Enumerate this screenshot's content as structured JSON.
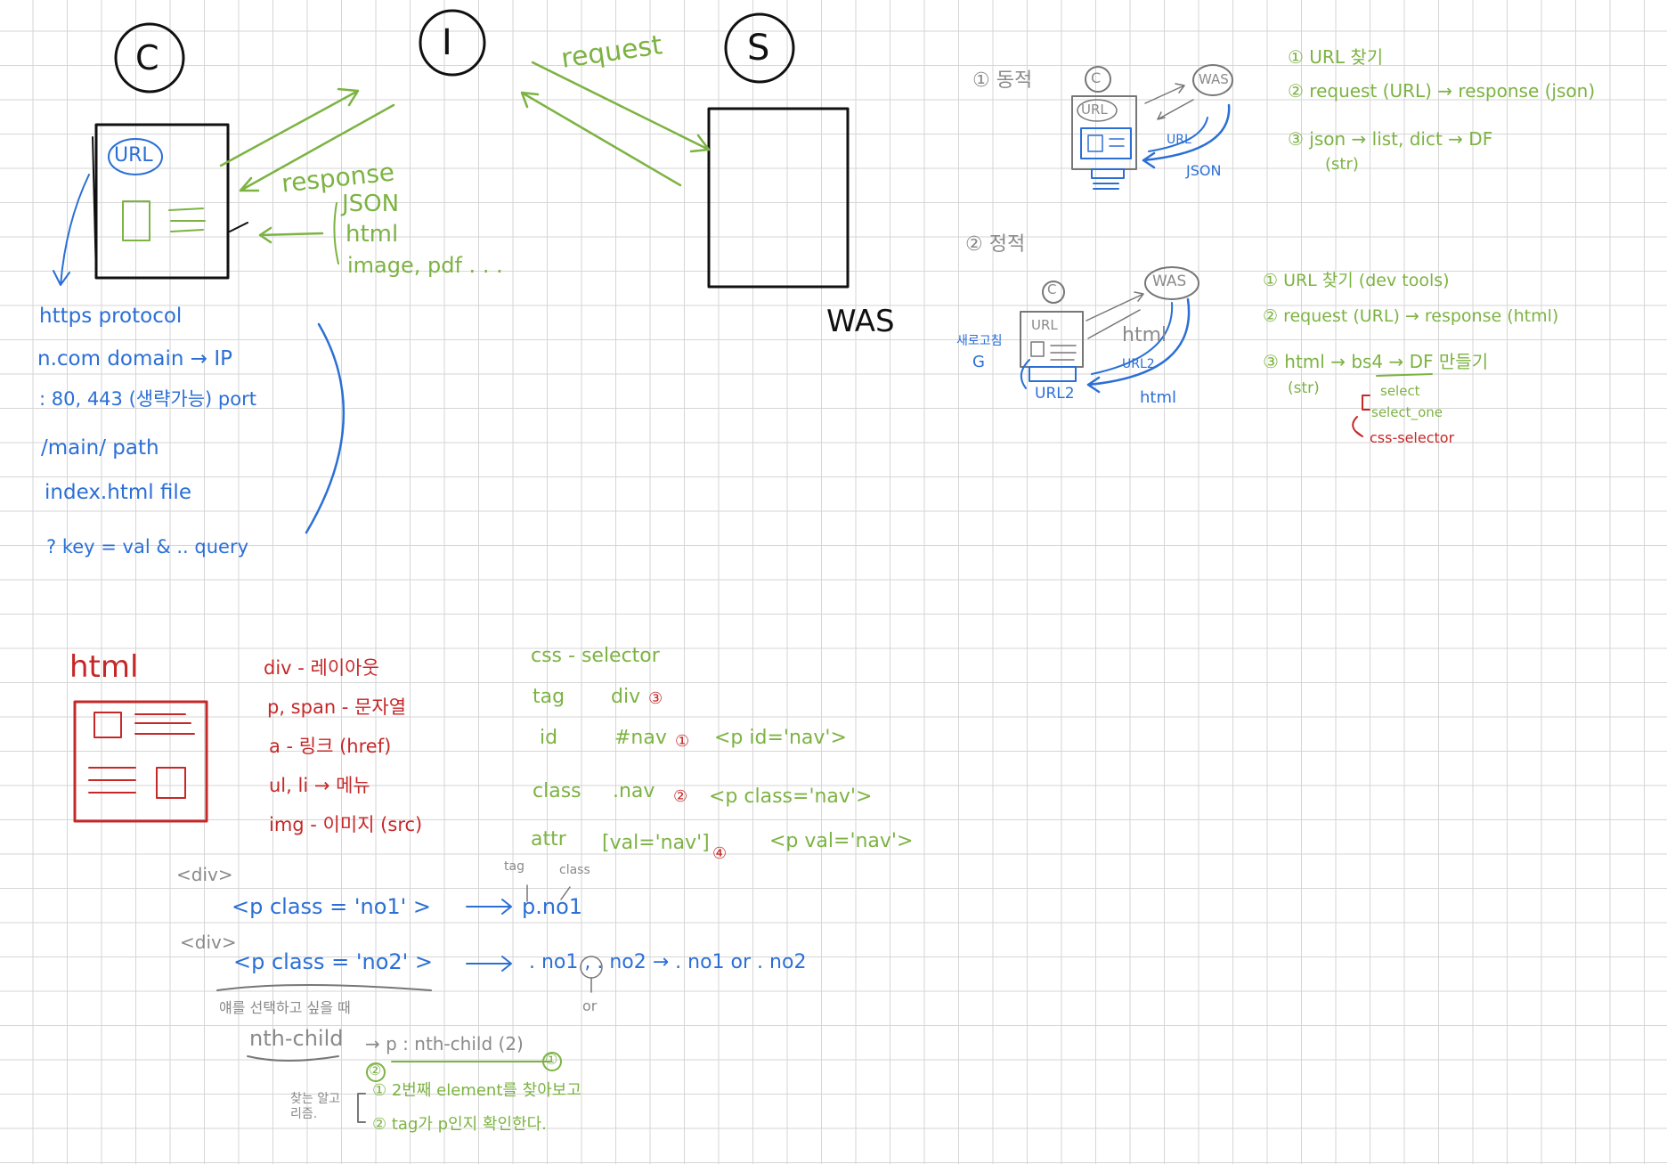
{
  "nodes": {
    "client": "C",
    "internet": "I",
    "server": "S",
    "was": "WAS",
    "request": "request",
    "response": "response",
    "resp_types": [
      "JSON",
      "html",
      "image, pdf . . ."
    ],
    "url_label": "URL"
  },
  "url_parts": [
    "https protocol",
    "n.com domain → IP",
    ": 80, 443 (생략가능) port",
    "/main/ path",
    "index.html file",
    "? key = val & .. query"
  ],
  "dynamic": {
    "title": "① 동적",
    "c": "C",
    "was": "WAS",
    "url": "URL",
    "url_arrow": "URL",
    "json_arrow": "JSON",
    "steps": [
      "① URL 찾기",
      "② request (URL) → response (json)",
      "③ json → list, dict → DF",
      "(str)"
    ]
  },
  "static": {
    "title": "② 정적",
    "c": "C",
    "was": "WAS",
    "url": "URL",
    "url2": "URL2",
    "html_label": "html",
    "url2_arrow": "URL2",
    "html_arrow": "html",
    "side": [
      "새로고침",
      "G"
    ],
    "steps": [
      "① URL 찾기 (dev tools)",
      "② request (URL) → response (html)",
      "③ html → bs4 → DF 만들기",
      "(str)",
      "select",
      "select_one",
      "css-selector"
    ]
  },
  "html_section": {
    "title": "html",
    "tags": [
      "div - 레이아웃",
      "p, span - 문자열",
      "a - 링크 (href)",
      "ul, li → 메뉴",
      "img - 이미지 (src)"
    ]
  },
  "css_selector": {
    "title": "css - selector",
    "rows": [
      {
        "label": "tag",
        "sel": "div",
        "num": "③",
        "example": ""
      },
      {
        "label": "id",
        "sel": "#nav",
        "num": "①",
        "example": "<p id='nav'>"
      },
      {
        "label": "class",
        "sel": ".nav",
        "num": "②",
        "example": "<p class='nav'>"
      },
      {
        "label": "attr",
        "sel": "[val='nav']",
        "num": "④",
        "example": "<p val='nav'>"
      }
    ]
  },
  "examples": {
    "div1": "<div>",
    "line1": "<p class = 'no1' >",
    "res1": "p.no1",
    "tag_note": "tag",
    "class_note": "class",
    "div2": "<div>",
    "line2": "<p class = 'no2' >",
    "res2": ". no1 , . no2 → . no1 or . no2",
    "or_note": "or",
    "note_kor": "얘를 선택하고 싶을 때",
    "nth": "nth-child",
    "nth_res": "→ p : nth-child (2)",
    "circ2": "②",
    "circ1": "①",
    "note_kor2": "찾는 알고리즘.",
    "algo": [
      "① 2번째 element를 찾아보고",
      "② tag가 p인지 확인한다."
    ]
  }
}
